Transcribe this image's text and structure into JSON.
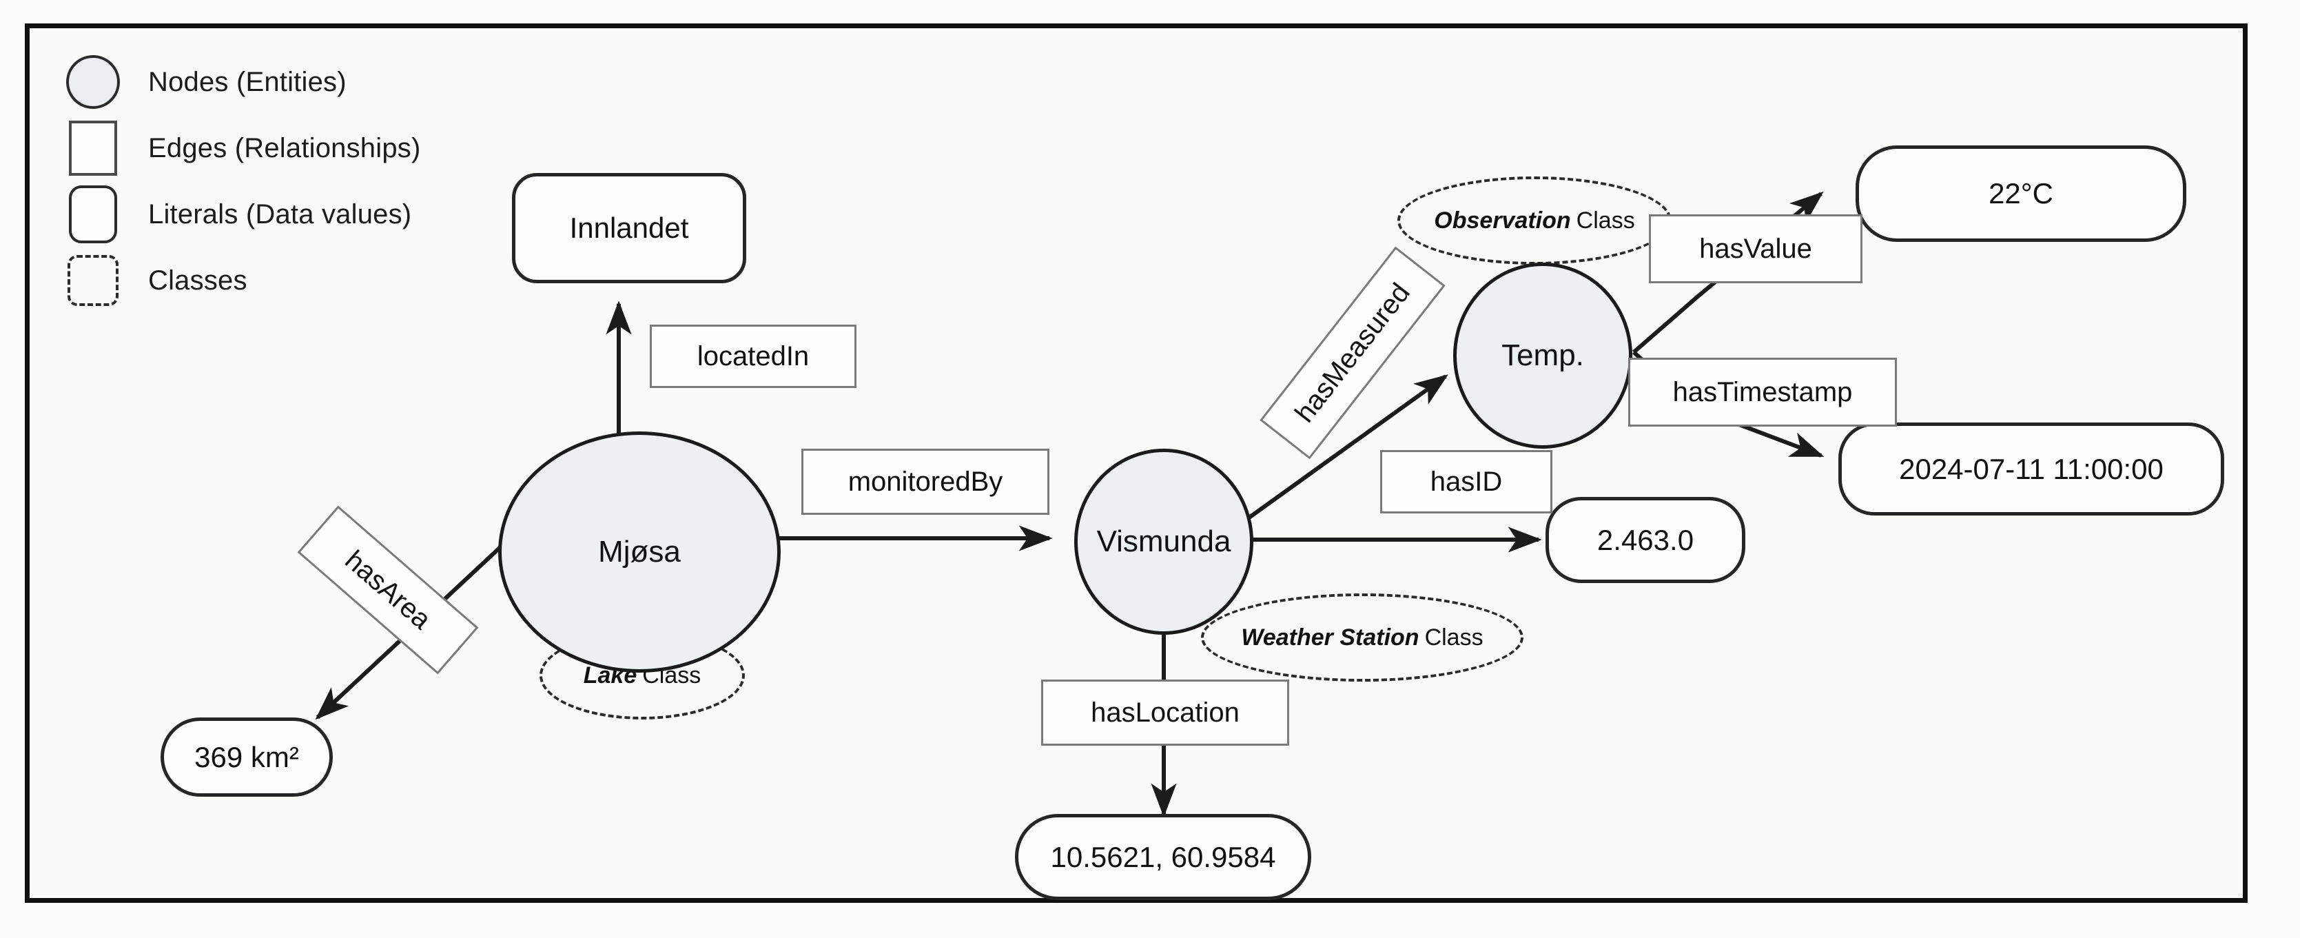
{
  "legend": {
    "items": [
      {
        "icon": "circle-node-icon",
        "label": "Nodes (Entities)"
      },
      {
        "icon": "square-edge-icon",
        "label": "Edges (Relationships)"
      },
      {
        "icon": "rounded-literal-icon",
        "label": "Literals (Data values)"
      },
      {
        "icon": "dashed-class-icon",
        "label": "Classes"
      }
    ]
  },
  "graph": {
    "nodes": [
      {
        "id": "mjosa",
        "label": "Mjøsa"
      },
      {
        "id": "vismunda",
        "label": "Vismunda"
      },
      {
        "id": "temp",
        "label": "Temp."
      }
    ],
    "classes": [
      {
        "id": "lake-class",
        "name": "Lake",
        "suffix": "Class"
      },
      {
        "id": "weather-station-class",
        "name": "Weather Station",
        "suffix": "Class"
      },
      {
        "id": "observation-class",
        "name": "Observation",
        "suffix": "Class"
      }
    ],
    "literals": [
      {
        "id": "innlandet",
        "value": "Innlandet"
      },
      {
        "id": "area",
        "value": "369 km²"
      },
      {
        "id": "coords",
        "value": "10.5621, 60.9584"
      },
      {
        "id": "station-id",
        "value": "2.463.0"
      },
      {
        "id": "temp-value",
        "value": "22°C"
      },
      {
        "id": "timestamp",
        "value": "2024-07-11 11:00:00"
      }
    ],
    "edges": [
      {
        "id": "locatedIn",
        "label": "locatedIn",
        "from": "mjosa",
        "to": "innlandet"
      },
      {
        "id": "hasArea",
        "label": "hasArea",
        "from": "mjosa",
        "to": "area"
      },
      {
        "id": "monitoredBy",
        "label": "monitoredBy",
        "from": "mjosa",
        "to": "vismunda"
      },
      {
        "id": "hasLocation",
        "label": "hasLocation",
        "from": "vismunda",
        "to": "coords"
      },
      {
        "id": "hasID",
        "label": "hasID",
        "from": "vismunda",
        "to": "station-id"
      },
      {
        "id": "hasMeasured",
        "label": "hasMeasured",
        "from": "vismunda",
        "to": "temp"
      },
      {
        "id": "hasValue",
        "label": "hasValue",
        "from": "temp",
        "to": "temp-value"
      },
      {
        "id": "hasTimestamp",
        "label": "hasTimestamp",
        "from": "temp",
        "to": "timestamp"
      }
    ]
  },
  "colors": {
    "node_fill": "#ecf0f1",
    "node_stroke": "#1b1b1b",
    "literal_stroke": "#262626",
    "edge_label_stroke": "#7a7a7a",
    "frame": "#111111",
    "background": "#fafaf9"
  }
}
